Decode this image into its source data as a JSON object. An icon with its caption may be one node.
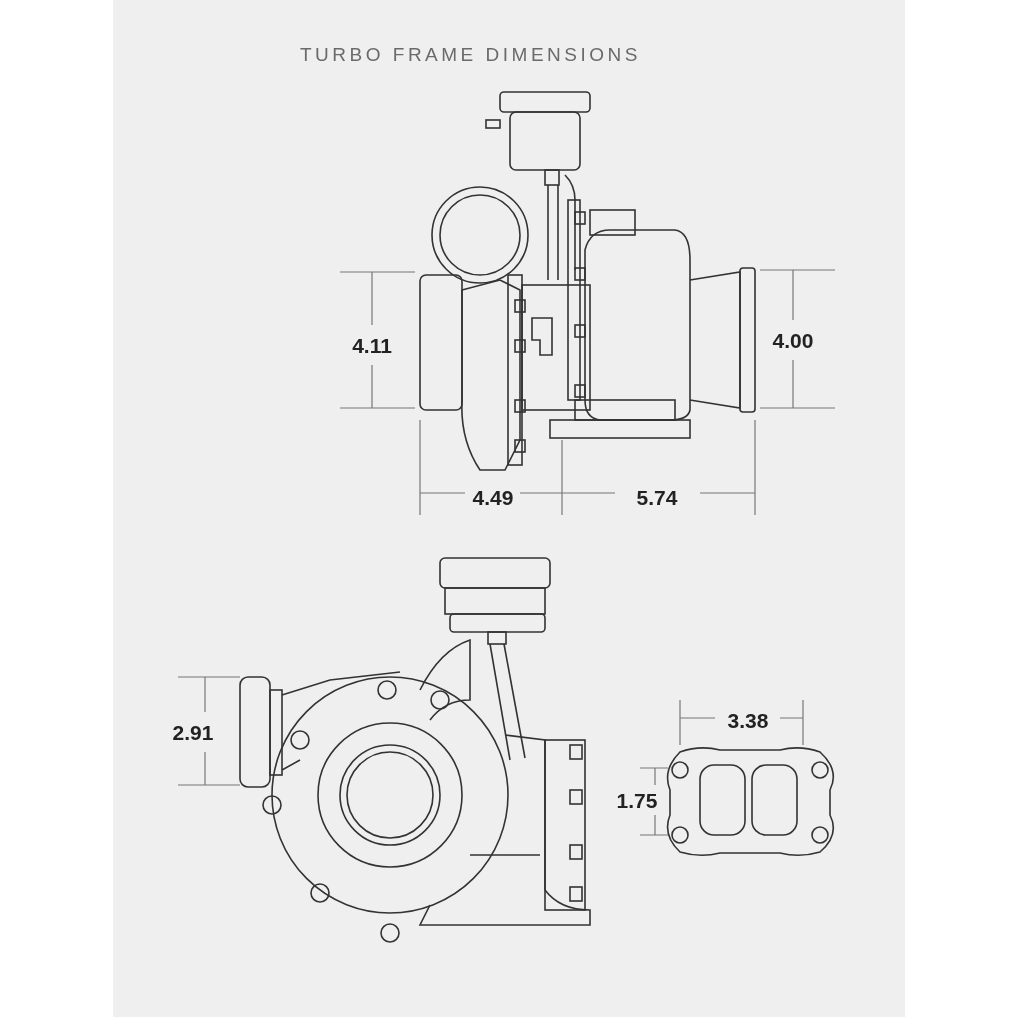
{
  "diagram": {
    "title": "TURBO FRAME DIMENSIONS",
    "labels": [
      "4.11",
      "4.00",
      "4.49",
      "5.74",
      "2.91",
      "3.38",
      "1.75"
    ]
  }
}
